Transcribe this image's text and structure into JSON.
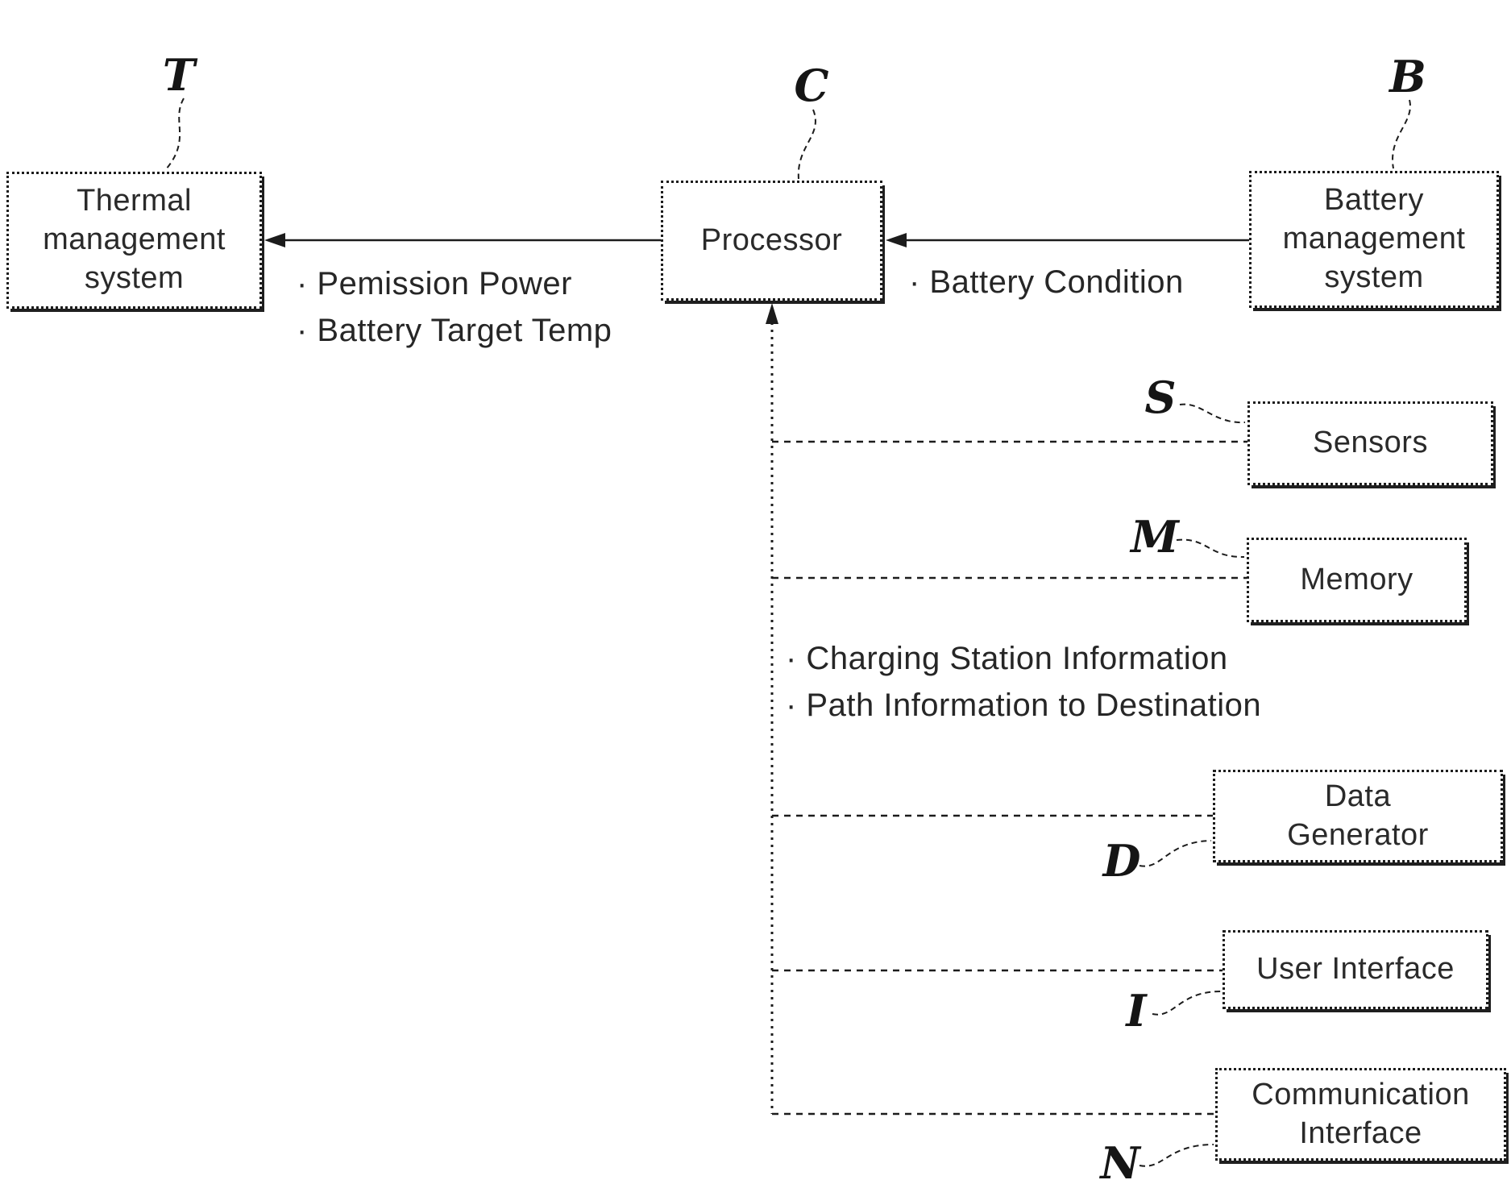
{
  "figure": {
    "background": "#ffffff",
    "ink": "#1c1c1c",
    "boxes": {
      "thermal": {
        "ref": "T",
        "lines": [
          "Thermal",
          "management",
          "system"
        ]
      },
      "processor": {
        "ref": "C",
        "lines": [
          "Processor"
        ]
      },
      "battery": {
        "ref": "B",
        "lines": [
          "Battery",
          "management",
          "system"
        ]
      },
      "sensors": {
        "ref": "S",
        "lines": [
          "Sensors"
        ]
      },
      "memory": {
        "ref": "M",
        "lines": [
          "Memory"
        ]
      },
      "data_generator": {
        "ref": "D",
        "lines": [
          "Data",
          "Generator"
        ]
      },
      "user_interface": {
        "ref": "I",
        "lines": [
          "User Interface"
        ]
      },
      "comm_interface": {
        "ref": "N",
        "lines": [
          "Communication",
          "Interface"
        ]
      }
    },
    "annotations": {
      "permission_power": "· Pemission Power",
      "battery_target_temp": "· Battery Target Temp",
      "battery_condition": "· Battery Condition",
      "charging_station": "· Charging Station Information",
      "path_information": "· Path Information to Destination"
    }
  }
}
